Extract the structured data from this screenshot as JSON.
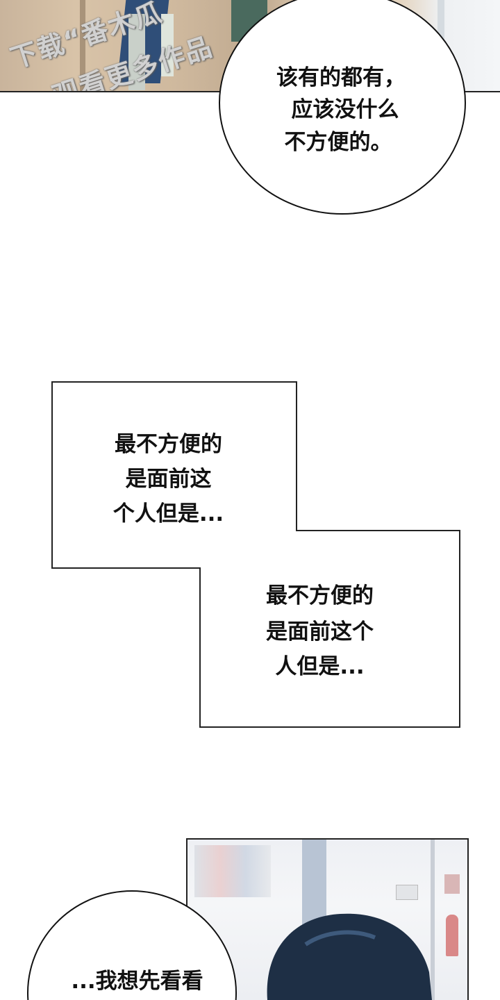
{
  "watermark": {
    "line1": "下载“番木瓜",
    "line2": "观看更多作品"
  },
  "bubble1": {
    "lines": [
      "该有的都有，",
      "应该没什么",
      "不方便的。"
    ]
  },
  "box1": {
    "lines": [
      "最不方便的",
      "是面前这",
      "个人但是..."
    ]
  },
  "box2": {
    "lines": [
      "最不方便的",
      "是面前这个",
      "人但是..."
    ]
  },
  "bubble3": {
    "lines": [
      "...我想先看看"
    ]
  },
  "colors": {
    "ink": "#111111",
    "hair": "#1e2f45",
    "wall": "#cfb99e"
  }
}
